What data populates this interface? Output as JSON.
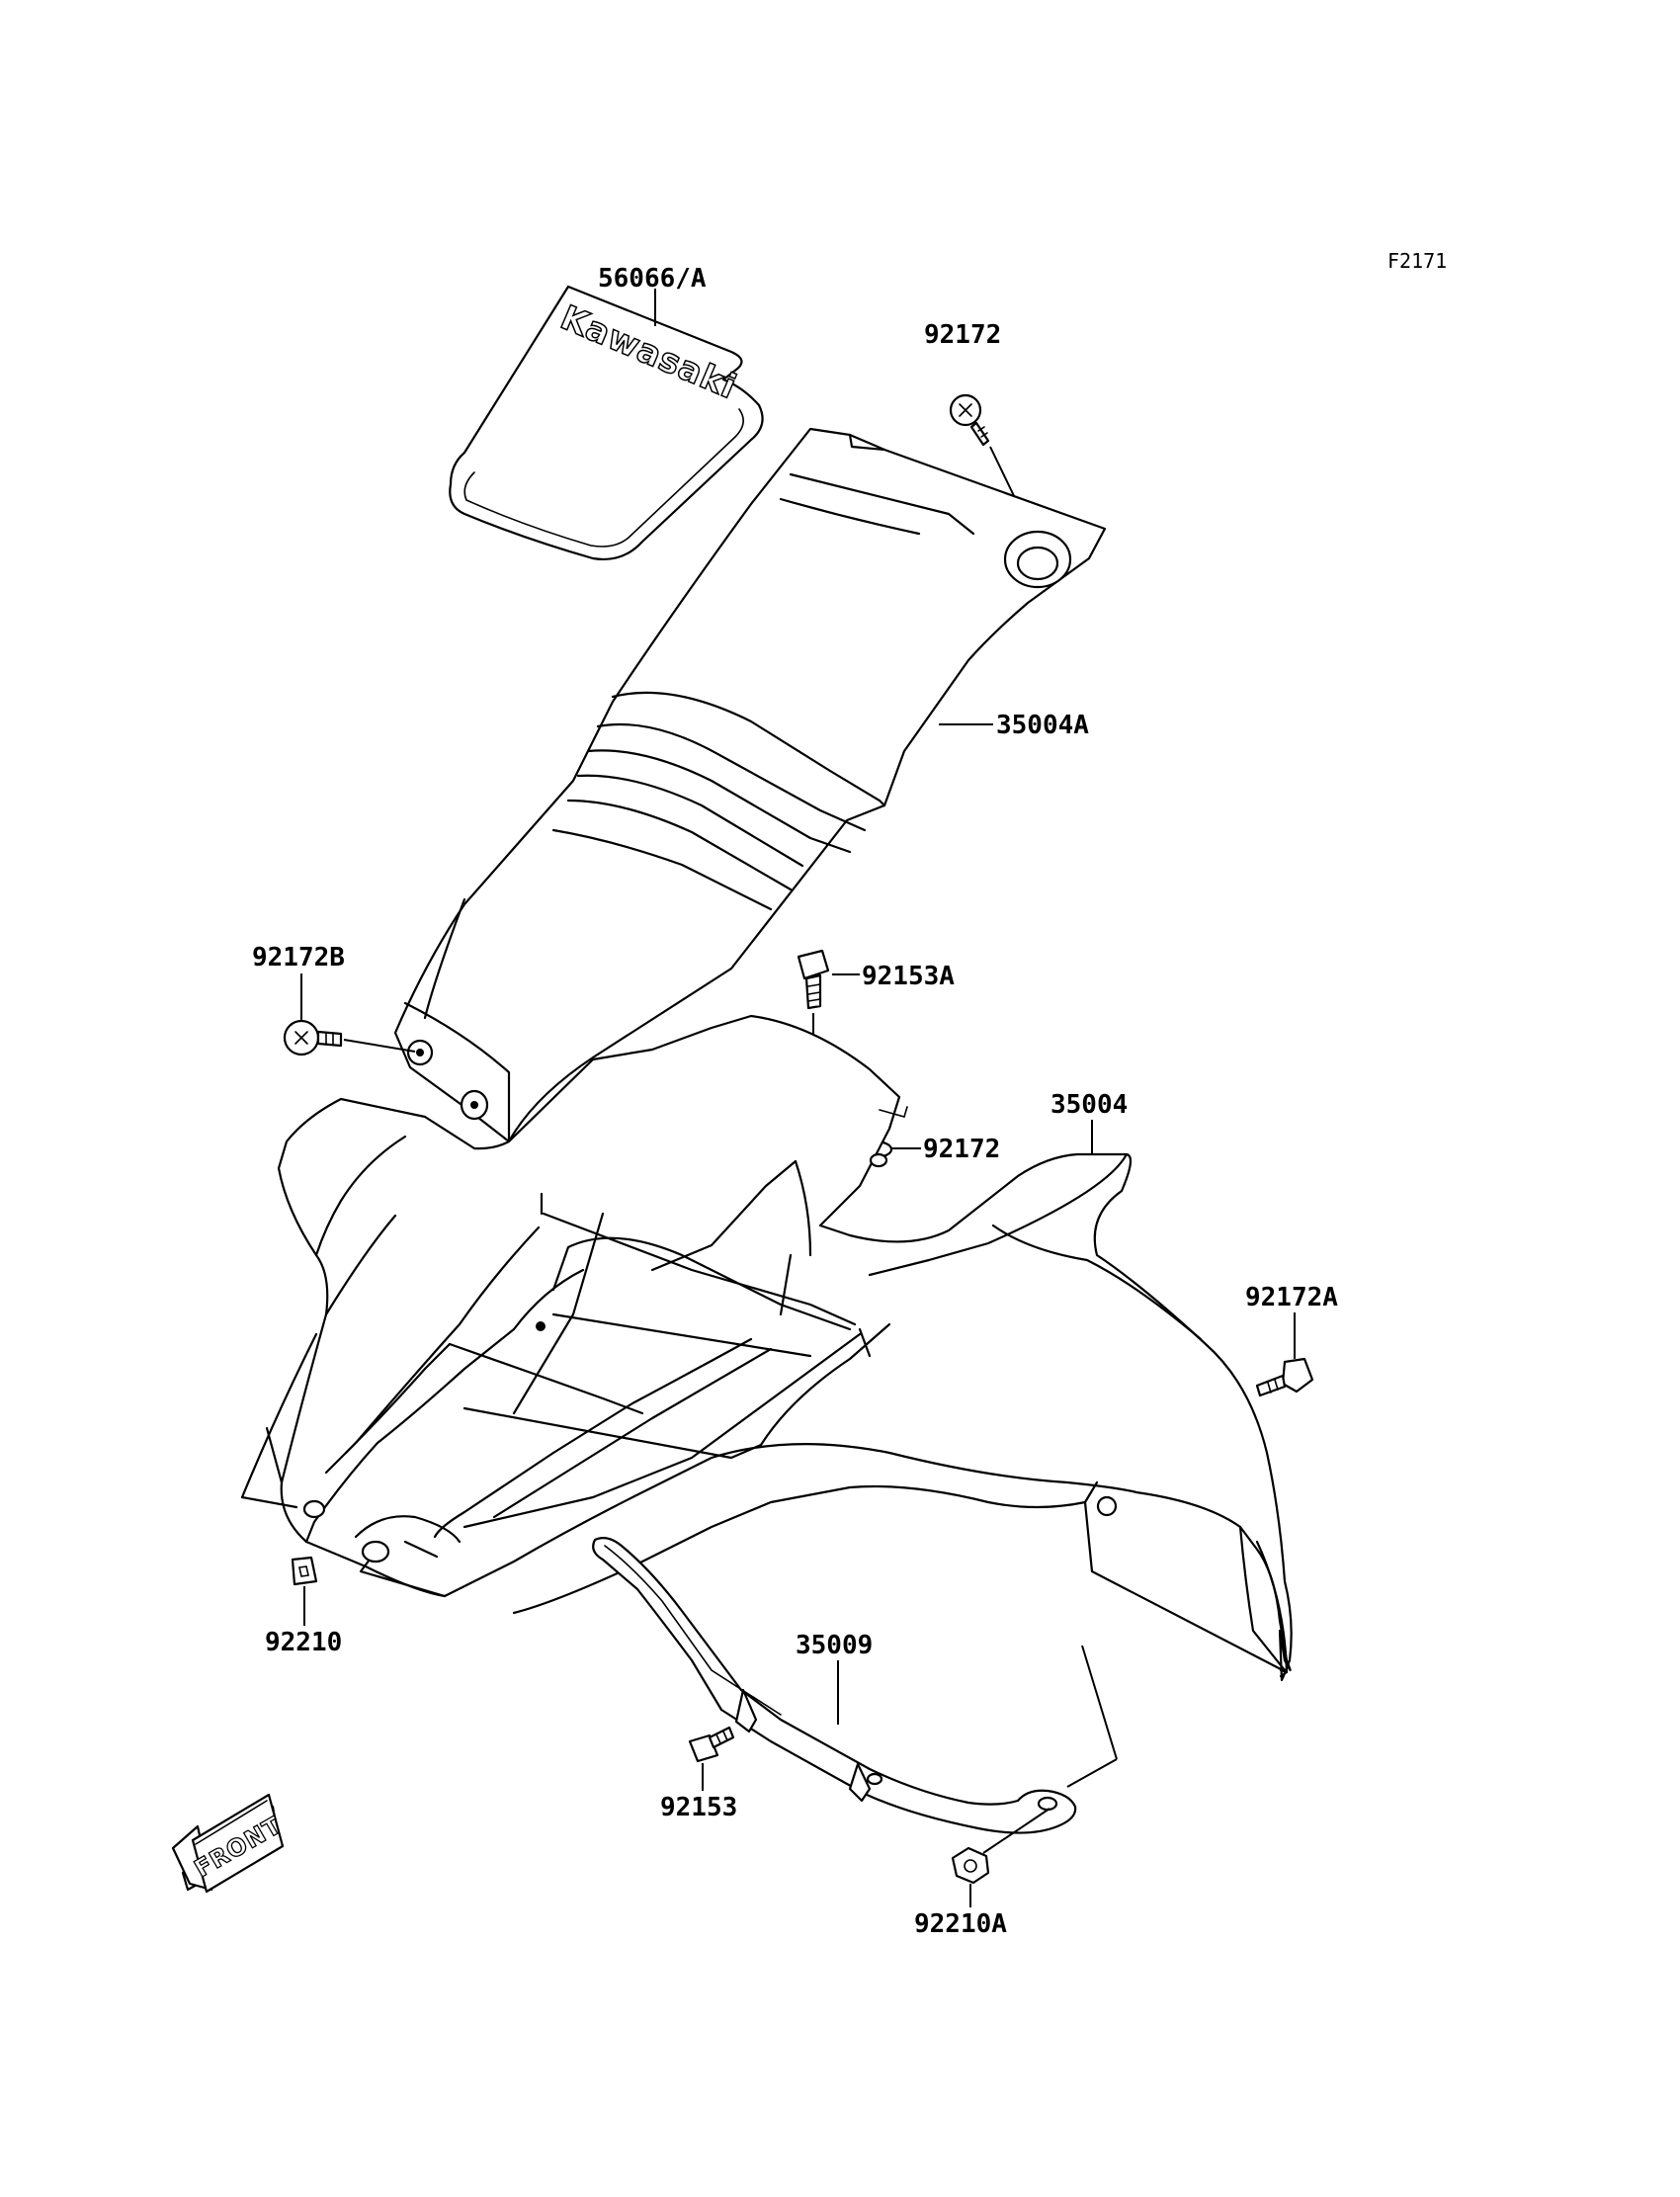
{
  "diagram_code": "F2171",
  "logo_text": "Kawasaki",
  "front_label": "FRONT",
  "parts": {
    "emblem": "56066/A",
    "screw_top": "92172",
    "upper_cover": "35004A",
    "screw_left": "92172B",
    "bolt_center": "92153A",
    "screw_center": "92172",
    "front_fender": "35004",
    "screw_right": "92172A",
    "clip_left": "92210",
    "stay": "35009",
    "bolt_lower": "92153",
    "nut_lower": "92210A"
  }
}
